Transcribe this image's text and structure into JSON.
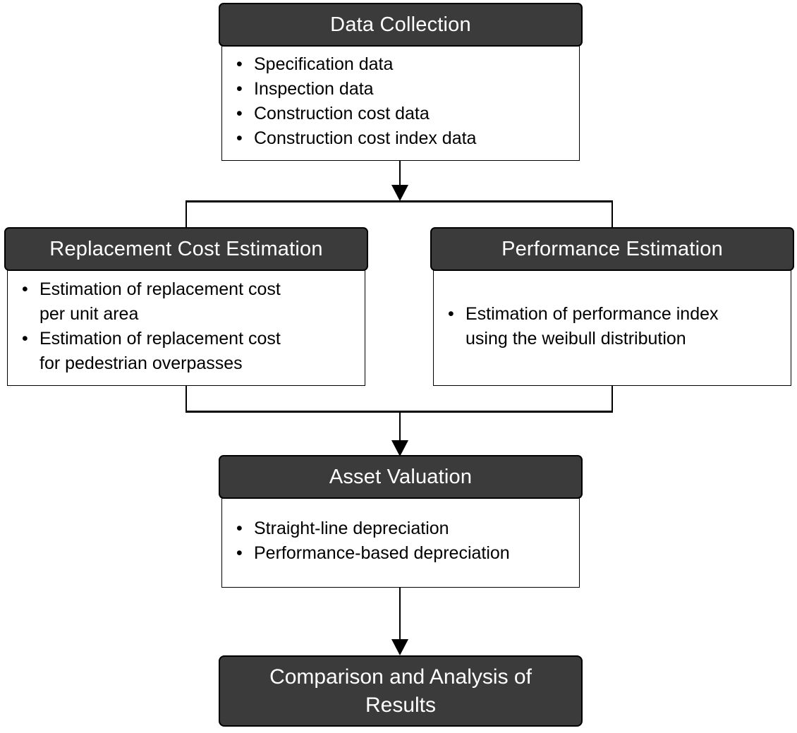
{
  "glyphs": {
    "bullet": "•"
  },
  "colors": {
    "header_bg": "#3b3b3b",
    "header_text": "#ffffff",
    "body_bg": "#ffffff",
    "body_text": "#000000",
    "line": "#000000"
  },
  "boxes": {
    "data_collection": {
      "title": "Data Collection",
      "bullets": [
        {
          "lines": [
            "Specification data"
          ]
        },
        {
          "lines": [
            "Inspection data"
          ]
        },
        {
          "lines": [
            "Construction cost data"
          ]
        },
        {
          "lines": [
            "Construction cost index data"
          ]
        }
      ]
    },
    "replacement_cost": {
      "title": "Replacement Cost Estimation",
      "bullets": [
        {
          "lines": [
            "Estimation of replacement cost",
            "per unit area"
          ]
        },
        {
          "lines": [
            "Estimation of replacement cost",
            "for pedestrian overpasses"
          ]
        }
      ]
    },
    "performance": {
      "title": "Performance Estimation",
      "bullets": [
        {
          "lines": [
            "Estimation of performance index",
            "using the weibull distribution"
          ]
        }
      ]
    },
    "asset_valuation": {
      "title": "Asset Valuation",
      "bullets": [
        {
          "lines": [
            "Straight-line depreciation"
          ]
        },
        {
          "lines": [
            "Performance-based depreciation"
          ]
        }
      ]
    },
    "comparison": {
      "title_lines": [
        "Comparison and Analysis of",
        "Results"
      ]
    }
  }
}
